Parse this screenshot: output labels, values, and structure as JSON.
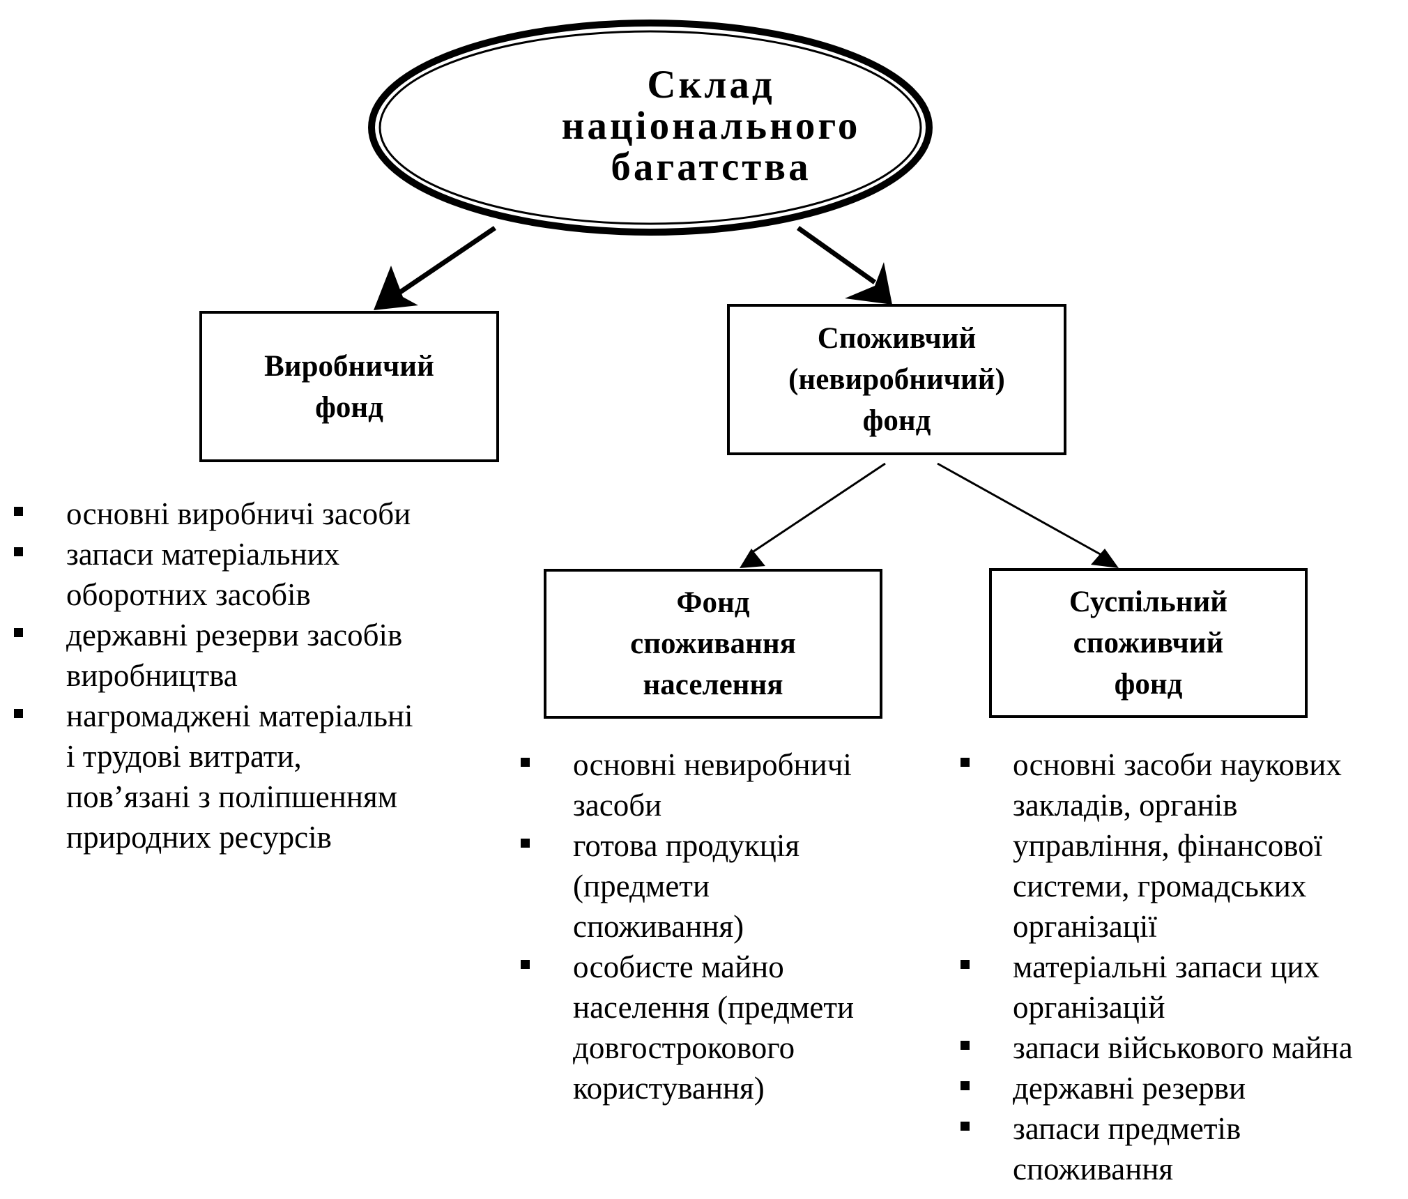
{
  "title": {
    "lines": [
      "Склад",
      "національного",
      "багатства"
    ]
  },
  "nodes": {
    "production_fund": {
      "lines": [
        "Виробничий",
        "фонд"
      ]
    },
    "consumer_fund": {
      "lines": [
        "Споживчий",
        "(невиробничий)",
        "фонд"
      ]
    },
    "population_consumption_fund": {
      "lines": [
        "Фонд",
        "споживання",
        "населення"
      ]
    },
    "public_consumer_fund": {
      "lines": [
        "Суспільний",
        "споживчий",
        "фонд"
      ]
    }
  },
  "lists": {
    "production_fund": [
      {
        "lines": [
          "основні  виробничі  засоби"
        ]
      },
      {
        "lines": [
          "запаси матеріальних",
          "оборотних засобів"
        ]
      },
      {
        "lines": [
          "державні резерви  засобів",
          "виробництва"
        ]
      },
      {
        "lines": [
          "нагромаджені  матеріальні",
          "і  трудові  витрати,",
          "пов’язані  з поліпшенням",
          "природних  ресурсів"
        ]
      }
    ],
    "population_consumption_fund": [
      {
        "lines": [
          "основні  невиробничі",
          "засоби"
        ]
      },
      {
        "lines": [
          "готова  продукція",
          "(предмети",
          "споживання)"
        ]
      },
      {
        "lines": [
          "особисте  майно",
          "населення (предмети",
          "довгострокового",
          "користування)"
        ]
      }
    ],
    "public_consumer_fund": [
      {
        "lines": [
          "основні  засоби  наукових",
          "закладів,  органів",
          "управління, фінансової",
          "системи, громадських",
          "організації"
        ]
      },
      {
        "lines": [
          "матеріальні  запаси  цих",
          "організацій"
        ]
      },
      {
        "lines": [
          "запаси військового майна"
        ]
      },
      {
        "lines": [
          "державні  резерви"
        ]
      },
      {
        "lines": [
          "запаси  предметів",
          "споживання"
        ]
      }
    ]
  }
}
